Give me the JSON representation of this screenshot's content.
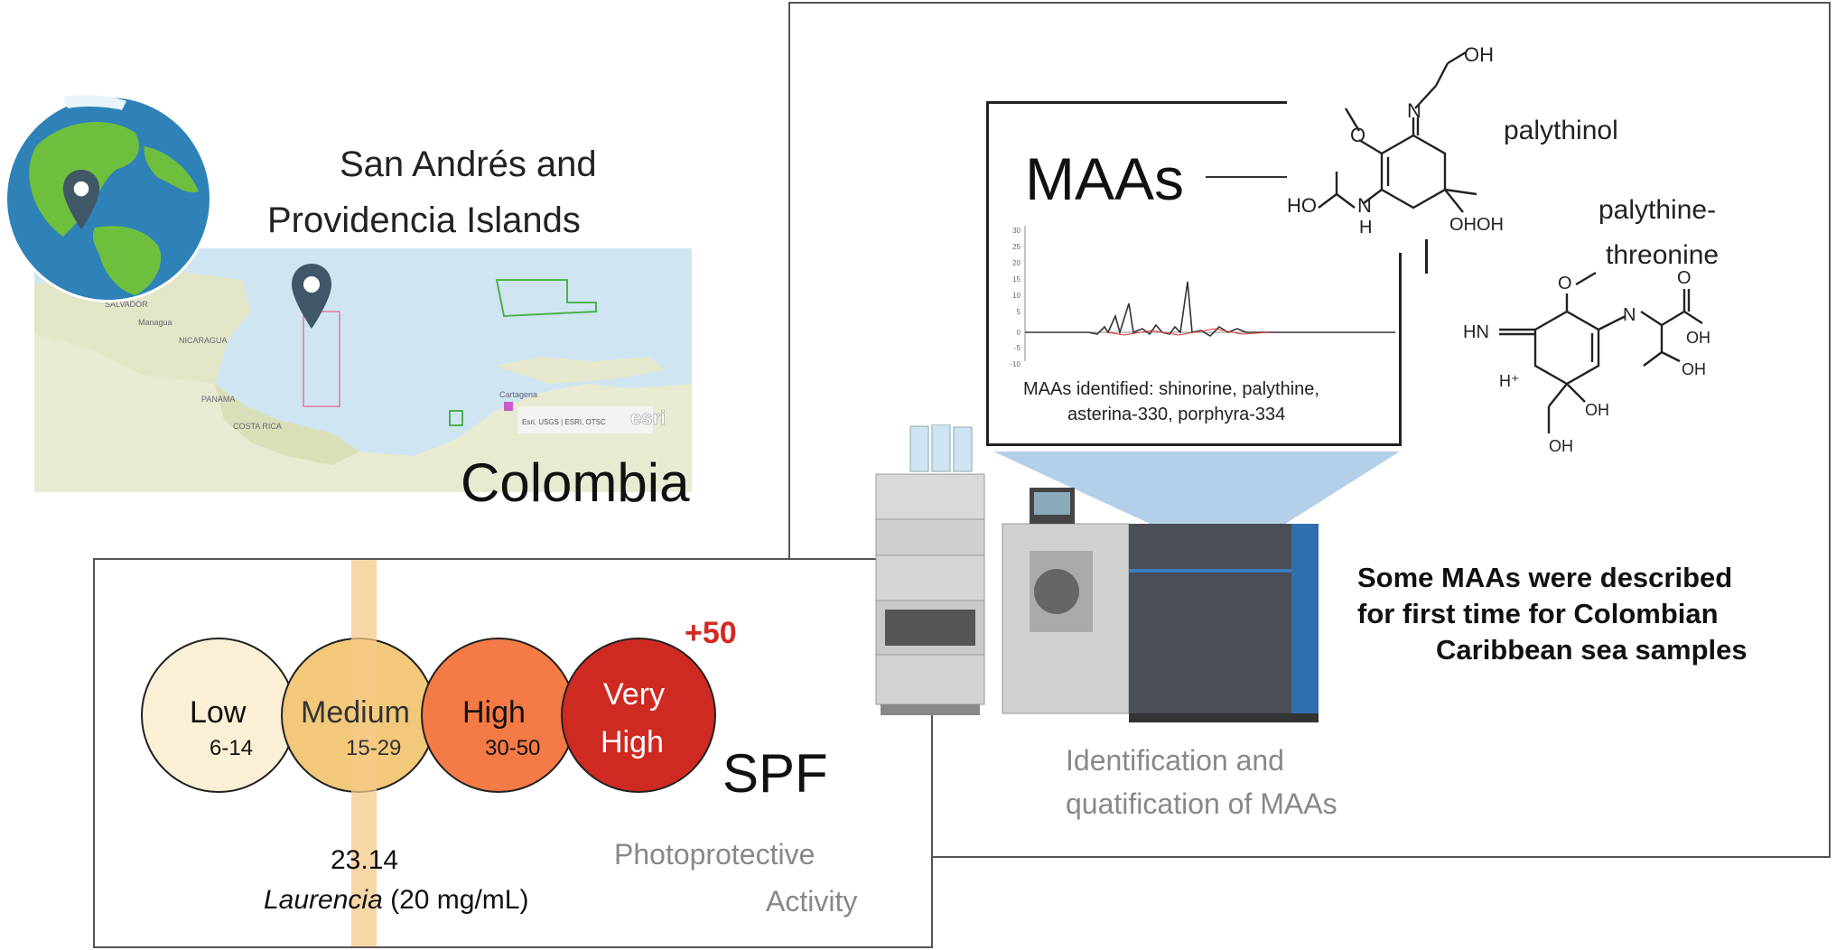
{
  "location": {
    "islands_line1": "San Andrés and",
    "islands_line2": "Providencia Islands",
    "country": "Colombia",
    "map_credit": "Esri, USGS | ESRI, OTSC",
    "esri_logo": "esri",
    "map_places": [
      "SALVADOR",
      "NICARAGUA",
      "COSTA RICA",
      "PANAMA",
      "Managua",
      "Cartagena"
    ],
    "pin_icon": "map-pin-icon"
  },
  "spf": {
    "levels": [
      {
        "name": "Low",
        "range": "6-14",
        "color": "#fbf0d6"
      },
      {
        "name": "Medium",
        "range": "15-29",
        "color": "#f2c97a"
      },
      {
        "name": "High",
        "range": "30-50",
        "color": "#f47a46"
      },
      {
        "name_line1": "Very",
        "name_line2": "High",
        "color": "#cf2a22"
      }
    ],
    "plus_label": "+50",
    "plus_color": "#d42a1f",
    "label": "SPF",
    "value": "23.14",
    "sample_name": "Laurencia",
    "sample_conc": " (20 mg/mL)",
    "caption_line1": "Photoprotective",
    "caption_line2": "Activity",
    "marker_color": "#f5c98a"
  },
  "maas": {
    "title": "MAAs",
    "identified_line1": "MAAs identified: shinorine, palythine,",
    "identified_line2": "asterina-330, porphyra-334",
    "y_ticks": [
      "30",
      "25",
      "20",
      "15",
      "10",
      "5",
      "0",
      "-5",
      "-10"
    ],
    "compound1": "palythinol",
    "compound2_line1": "palythine-",
    "compound2_line2": "threonine",
    "finding_line1": "Some MAAs were described",
    "finding_line2": "for first time for Colombian",
    "finding_line3": "Caribbean sea samples",
    "caption_line1": "Identification and",
    "caption_line2": "quatification of MAAs",
    "mol_atoms": {
      "oh": "OH",
      "n": "N",
      "o": "O",
      "ho": "HO",
      "h": "H",
      "ohoh": "OHOH",
      "hn": "HN",
      "hplus": "H⁺"
    }
  }
}
